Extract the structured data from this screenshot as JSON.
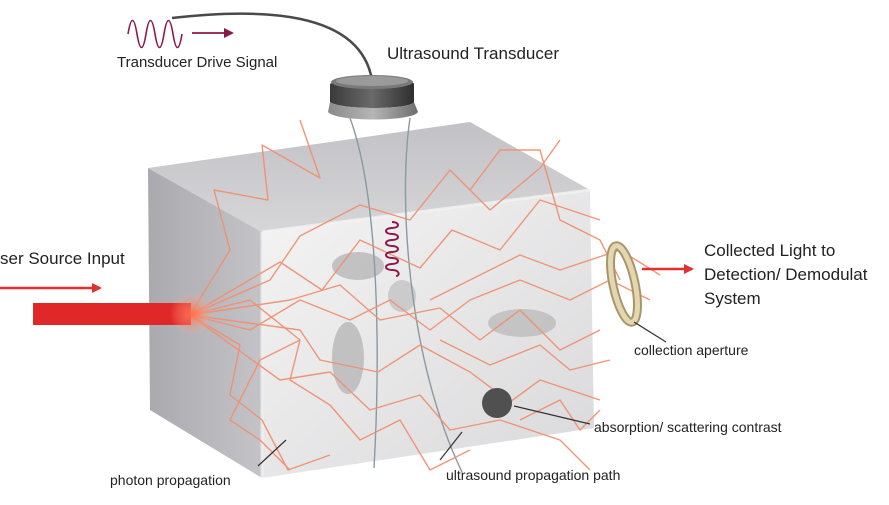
{
  "labels": {
    "drive_signal": "Transducer Drive Signal",
    "transducer": "Ultrasound Transducer",
    "laser_input": "ser Source Input",
    "collected_light": "Collected Light to",
    "detection": "Detection/ Demodulat",
    "system": "System",
    "collection_aperture": "collection aperture",
    "absorption": "absorption/ scattering contrast",
    "photon_propagation": "photon propagation",
    "ultrasound_path": "ultrasound propagation path"
  },
  "colors": {
    "laser": "#e03030",
    "photon_path": "#f09070",
    "drive_wave": "#8a1a4a",
    "box_front": "#e2e2e2",
    "box_side": "#b8b8bc",
    "box_top": "#d0d0d4",
    "transducer": "#5a5a5a",
    "aperture_ring": "#d8c9a0",
    "absorber": "#505050",
    "inclusion": "#bdbdbd"
  }
}
